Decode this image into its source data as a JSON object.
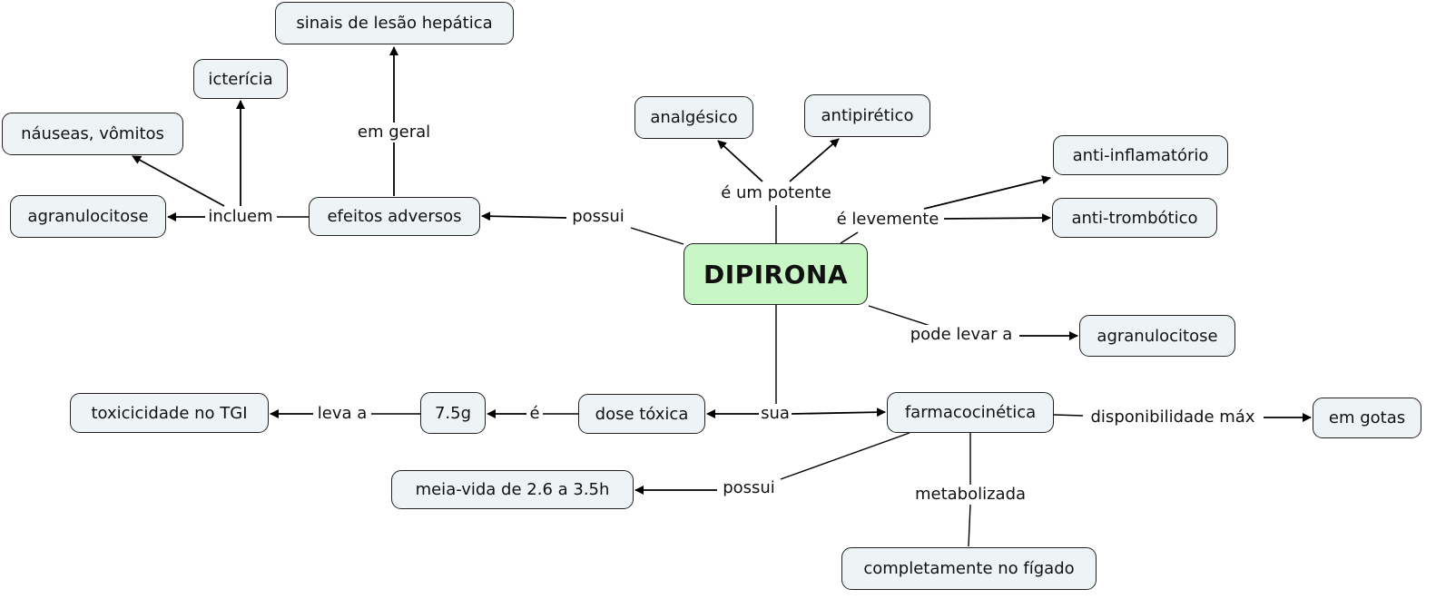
{
  "root": {
    "id": "dipirona",
    "label": "DIPIRONA",
    "fill": "#c8f7c5"
  },
  "concept_fill": "#eef3f5",
  "nodes": [
    {
      "id": "lesao",
      "label": "sinais de lesão hepática"
    },
    {
      "id": "ictericia",
      "label": "icterícia"
    },
    {
      "id": "nauseas",
      "label": "náuseas, vômitos"
    },
    {
      "id": "agran1",
      "label": "agranulocitose"
    },
    {
      "id": "efeitos",
      "label": "efeitos adversos"
    },
    {
      "id": "analgesico",
      "label": "analgésico"
    },
    {
      "id": "antipiretico",
      "label": "antipirético"
    },
    {
      "id": "antiinfl",
      "label": "anti-inflamatório"
    },
    {
      "id": "antitromb",
      "label": "anti-trombótico"
    },
    {
      "id": "agran2",
      "label": "agranulocitose"
    },
    {
      "id": "toxTGI",
      "label": "toxicicidade no TGI"
    },
    {
      "id": "dose75",
      "label": "7.5g"
    },
    {
      "id": "doseTox",
      "label": "dose tóxica"
    },
    {
      "id": "farmaco",
      "label": "farmacocinética"
    },
    {
      "id": "gotas",
      "label": "em gotas"
    },
    {
      "id": "meiavida",
      "label": "meia-vida de 2.6 a 3.5h"
    },
    {
      "id": "figado",
      "label": "completamente no fígado"
    }
  ],
  "links": [
    {
      "id": "possui1",
      "label": "possui",
      "from": "dipirona",
      "to": [
        "efeitos"
      ]
    },
    {
      "id": "emgeral",
      "label": "em geral",
      "from": "efeitos",
      "to": [
        "lesao"
      ]
    },
    {
      "id": "incluem",
      "label": "incluem",
      "from": "efeitos",
      "to": [
        "agran1",
        "nauseas",
        "ictericia"
      ]
    },
    {
      "id": "potente",
      "label": "é um potente",
      "from": "dipirona",
      "to": [
        "analgesico",
        "antipiretico"
      ]
    },
    {
      "id": "levemente",
      "label": "é levemente",
      "from": "dipirona",
      "to": [
        "antiinfl",
        "antitromb"
      ]
    },
    {
      "id": "podelevar",
      "label": "pode levar a",
      "from": "dipirona",
      "to": [
        "agran2"
      ]
    },
    {
      "id": "sua",
      "label": "sua",
      "from": "dipirona",
      "to": [
        "doseTox",
        "farmaco"
      ]
    },
    {
      "id": "e",
      "label": "é",
      "from": "doseTox",
      "to": [
        "dose75"
      ]
    },
    {
      "id": "levaa",
      "label": "leva a",
      "from": "dose75",
      "to": [
        "toxTGI"
      ]
    },
    {
      "id": "dispmax",
      "label": "disponibilidade máx",
      "from": "farmaco",
      "to": [
        "gotas"
      ]
    },
    {
      "id": "possui2",
      "label": "possui",
      "from": "farmaco",
      "to": [
        "meiavida"
      ]
    },
    {
      "id": "metab",
      "label": "metabolizada",
      "from": "farmaco",
      "to": [
        "figado"
      ]
    }
  ]
}
